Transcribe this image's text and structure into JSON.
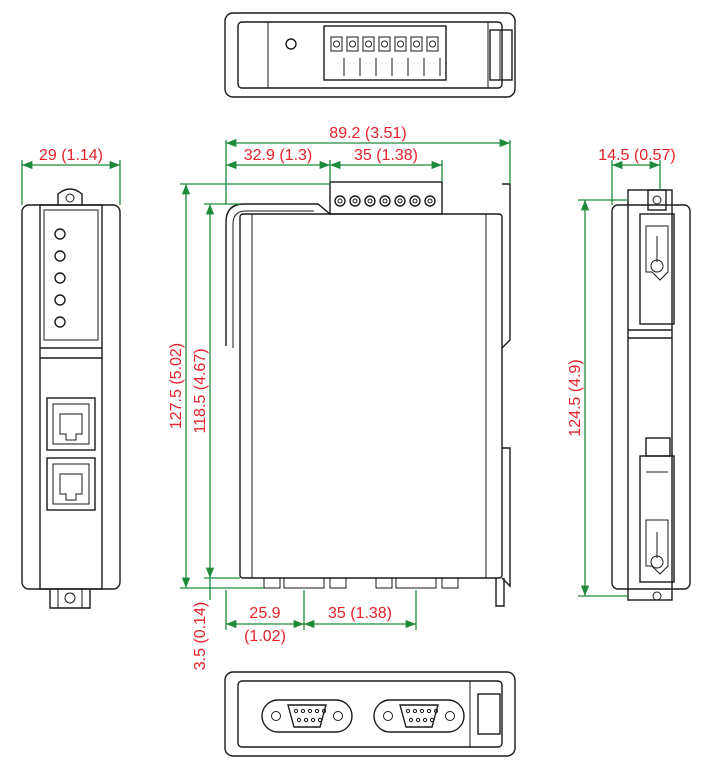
{
  "colors": {
    "line": "#1a1a1a",
    "dimension_line": "#1f8a3a",
    "dimension_text": "#e8202a"
  },
  "dimensions": {
    "overall_width": "89.2 (3.51)",
    "terminal_offset": "32.9 (1.3)",
    "terminal_width": "35 (1.38)",
    "side_width": "29 (1.14)",
    "rail_offset": "14.5 (0.57)",
    "overall_height": "127.5 (5.02)",
    "body_height": "118.5 (4.67)",
    "rail_height": "124.5 (4.9)",
    "connector_offset": "25.9",
    "connector_offset_inch": "(1.02)",
    "connector_spacing": "35 (1.38)",
    "bottom_margin": "3.5 (0.14)"
  }
}
